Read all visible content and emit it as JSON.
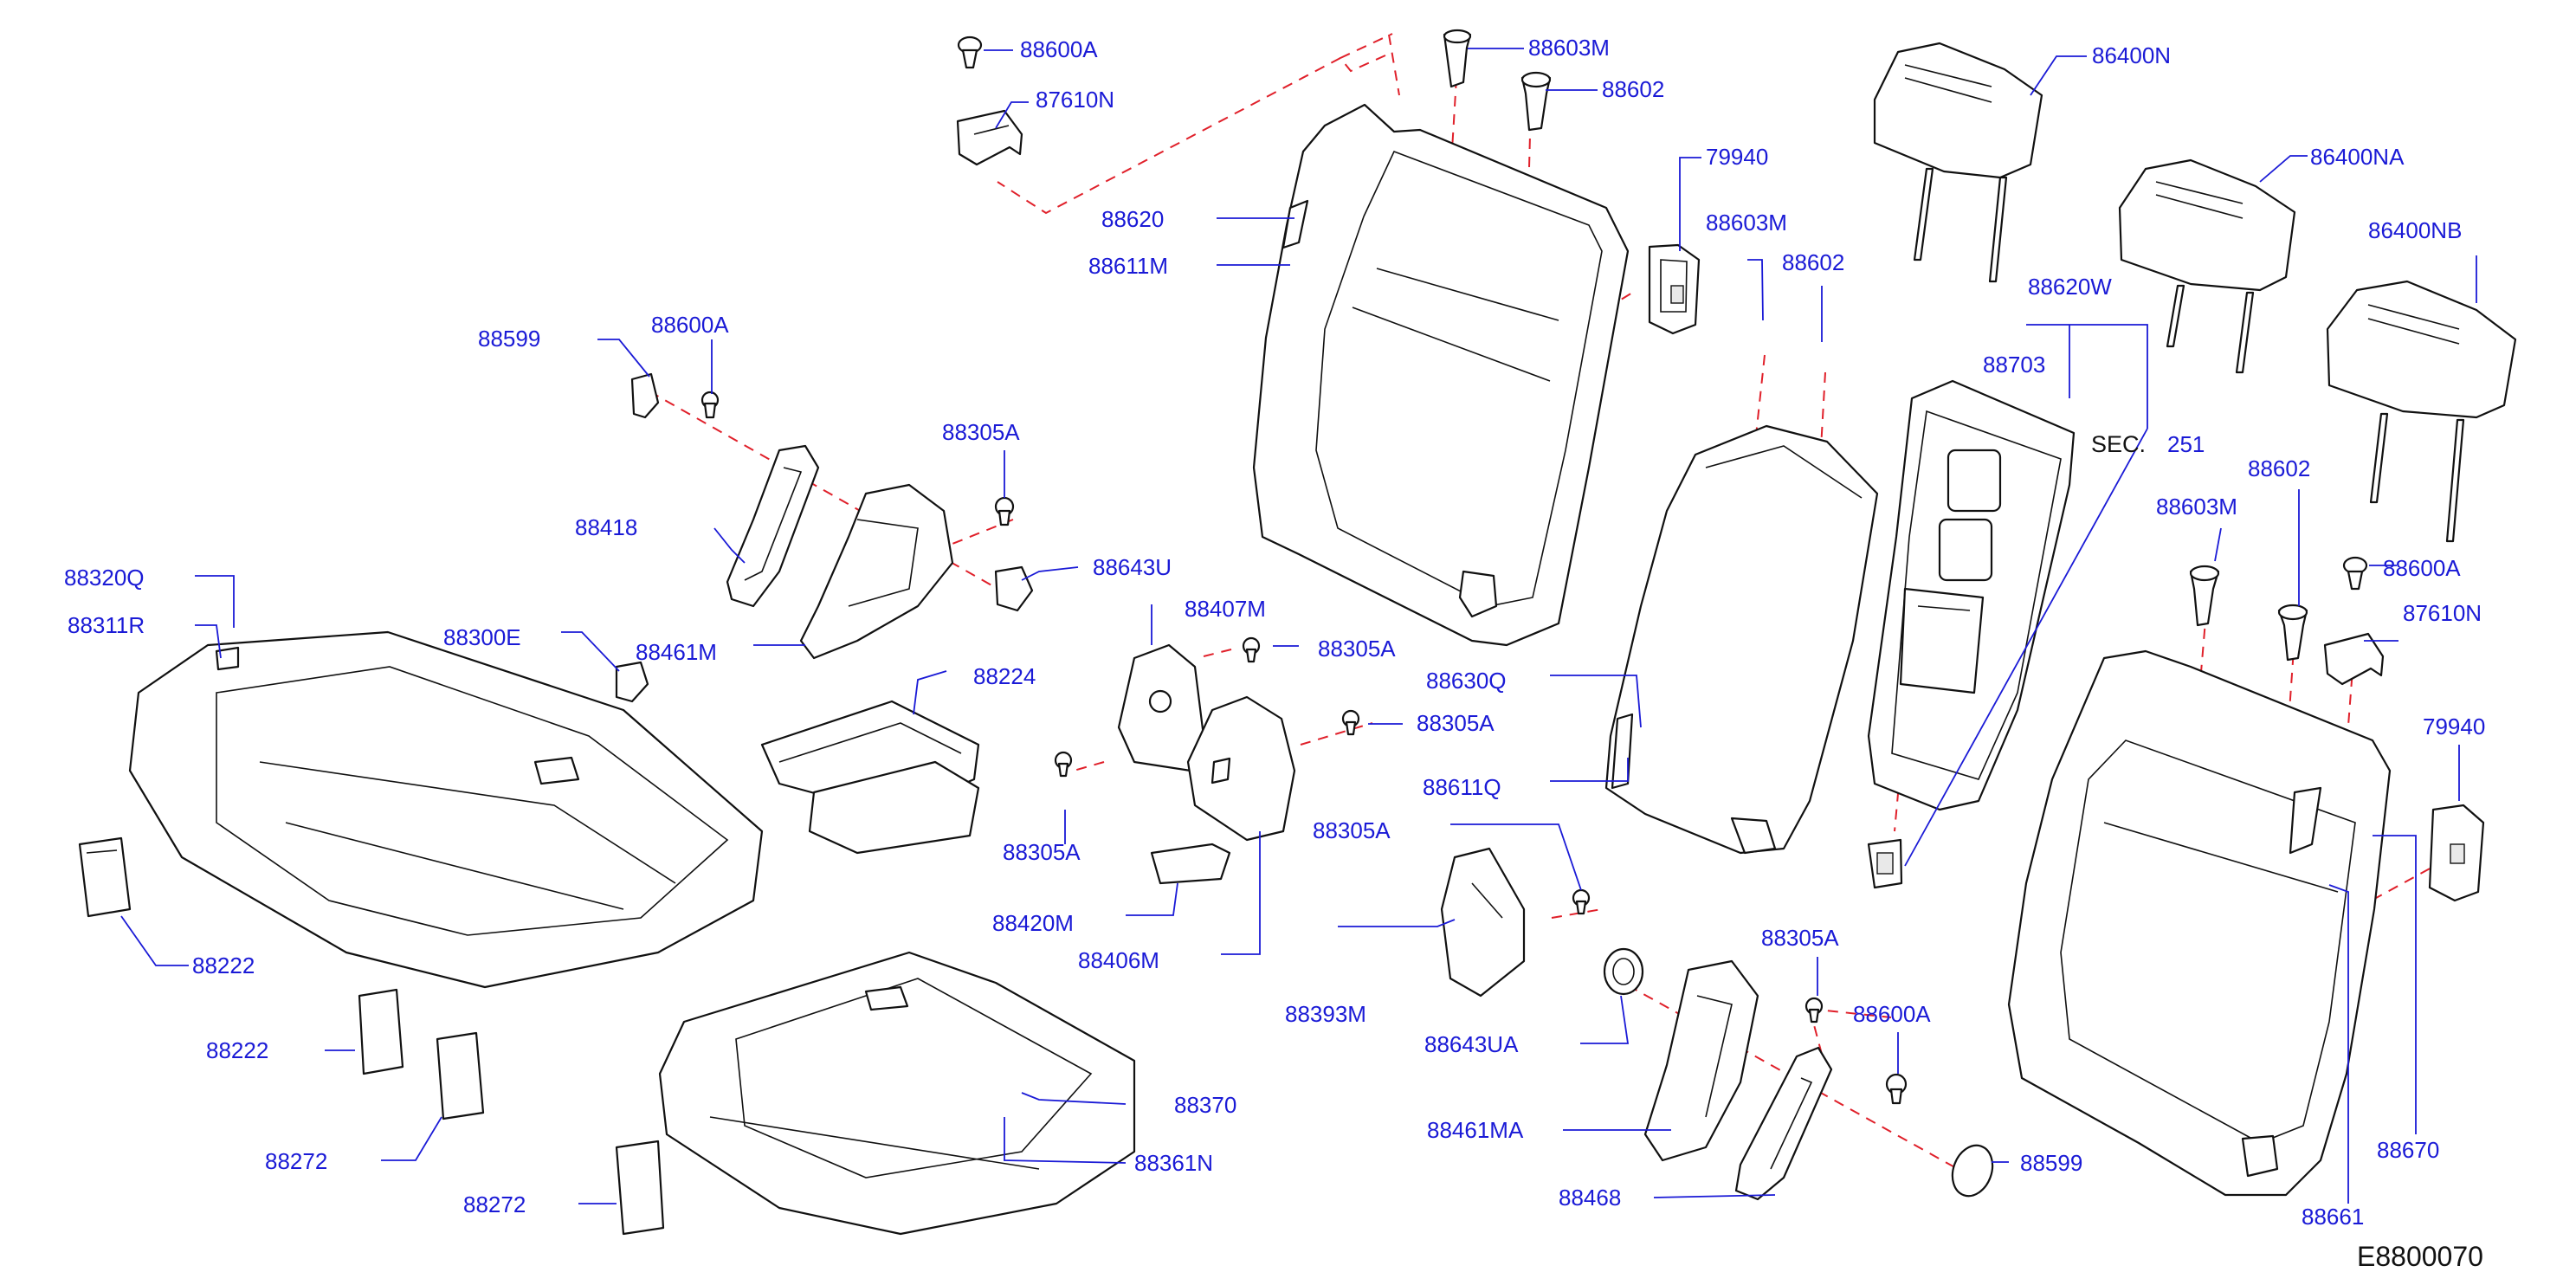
{
  "labels": {
    "l_88600A_top": "88600A",
    "l_87610N_top": "87610N",
    "l_88603M_top": "88603M",
    "l_88602_top": "88602",
    "l_86400N": "86400N",
    "l_86400NA": "86400NA",
    "l_86400NB": "86400NB",
    "l_79940_top": "79940",
    "l_88620": "88620",
    "l_88611M": "88611M",
    "l_88603M_mid": "88603M",
    "l_88602_mid": "88602",
    "l_88620W": "88620W",
    "l_88703": "88703",
    "l_sec": "SEC.",
    "l_sec_num": "251",
    "l_88599_left": "88599",
    "l_88600A_left": "88600A",
    "l_88305A_a": "88305A",
    "l_88418": "88418",
    "l_88643U": "88643U",
    "l_88320Q": "88320Q",
    "l_88311R": "88311R",
    "l_88300E": "88300E",
    "l_88461M": "88461M",
    "l_88407M": "88407M",
    "l_88305A_b": "88305A",
    "l_88224": "88224",
    "l_88305A_c": "88305A",
    "l_88630Q": "88630Q",
    "l_88611Q": "88611Q",
    "l_88603M_right": "88603M",
    "l_88602_right": "88602",
    "l_88600A_right": "88600A",
    "l_87610N_right": "87610N",
    "l_79940_right": "79940",
    "l_88305A_d": "88305A",
    "l_88305A_e": "88305A",
    "l_88420M": "88420M",
    "l_88406M": "88406M",
    "l_88393M": "88393M",
    "l_88222_a": "88222",
    "l_88222_b": "88222",
    "l_88272_a": "88272",
    "l_88272_b": "88272",
    "l_88305A_f": "88305A",
    "l_88600A_low": "88600A",
    "l_88643UA": "88643UA",
    "l_88370": "88370",
    "l_88361N": "88361N",
    "l_88461MA": "88461MA",
    "l_88599_low": "88599",
    "l_88468": "88468",
    "l_88670": "88670",
    "l_88661": "88661",
    "l_diagram_id": "E8800070"
  },
  "colors": {
    "label": "#1a1ad6",
    "dashed_line": "#e0202a",
    "outline": "#111111"
  }
}
